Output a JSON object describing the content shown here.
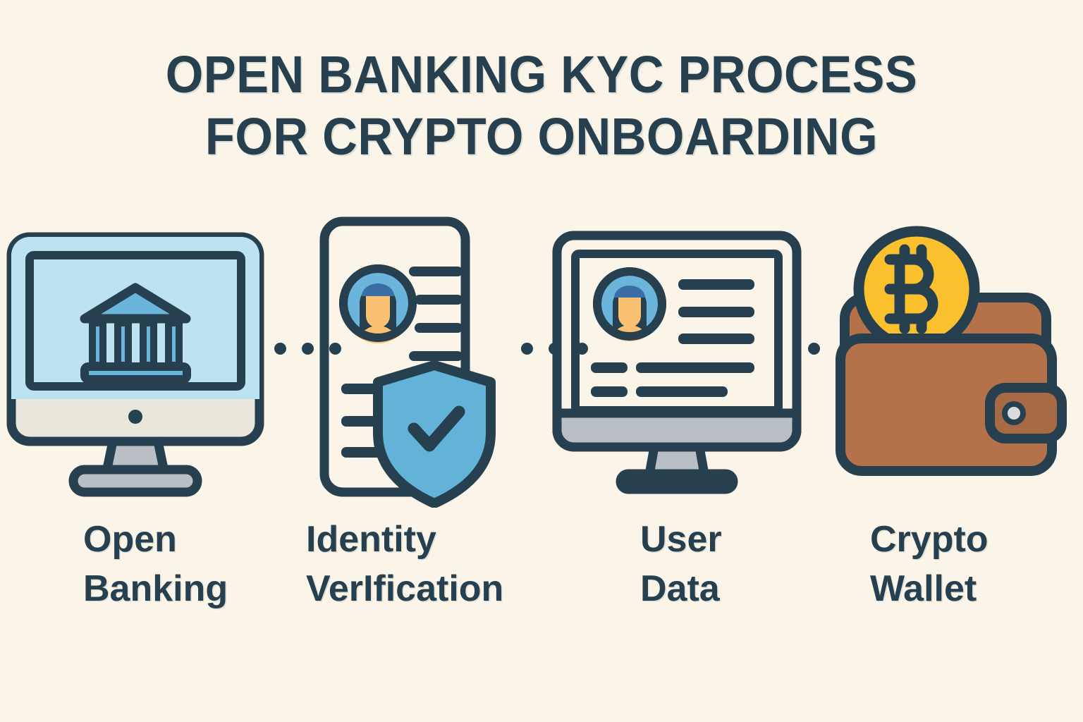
{
  "page": {
    "background_color": "#faf5e8",
    "ink_color": "#27404f",
    "accent_blue": "#63b2d8",
    "light_blue": "#bde3f0",
    "skin_color": "#f9c171",
    "gold": "#fbc02d",
    "wallet_brown": "#b5714a",
    "gray": "#b9bfc4"
  },
  "title": {
    "line1": "OPEN BANKING KYC PROCESS",
    "line2": "FOR CRYPTO ONBOARDING"
  },
  "steps": [
    {
      "icon": "desktop-monitor-bank-icon",
      "label_line1": "Open",
      "label_line2": "Banking"
    },
    {
      "icon": "id-document-shield-check-icon",
      "label_line1": "Identity",
      "label_line2": "VerIfication"
    },
    {
      "icon": "desktop-monitor-user-profile-icon",
      "label_line1": "User",
      "label_line2": "Data"
    },
    {
      "icon": "wallet-bitcoin-coin-icon",
      "label_line1": "Crypto",
      "label_line2": "Wallet"
    }
  ],
  "connectors": [
    {
      "name": "connector-dots-1",
      "dots": 3
    },
    {
      "name": "connector-dots-2",
      "dots": 3
    },
    {
      "name": "connector-dots-3",
      "dots": 1
    }
  ]
}
